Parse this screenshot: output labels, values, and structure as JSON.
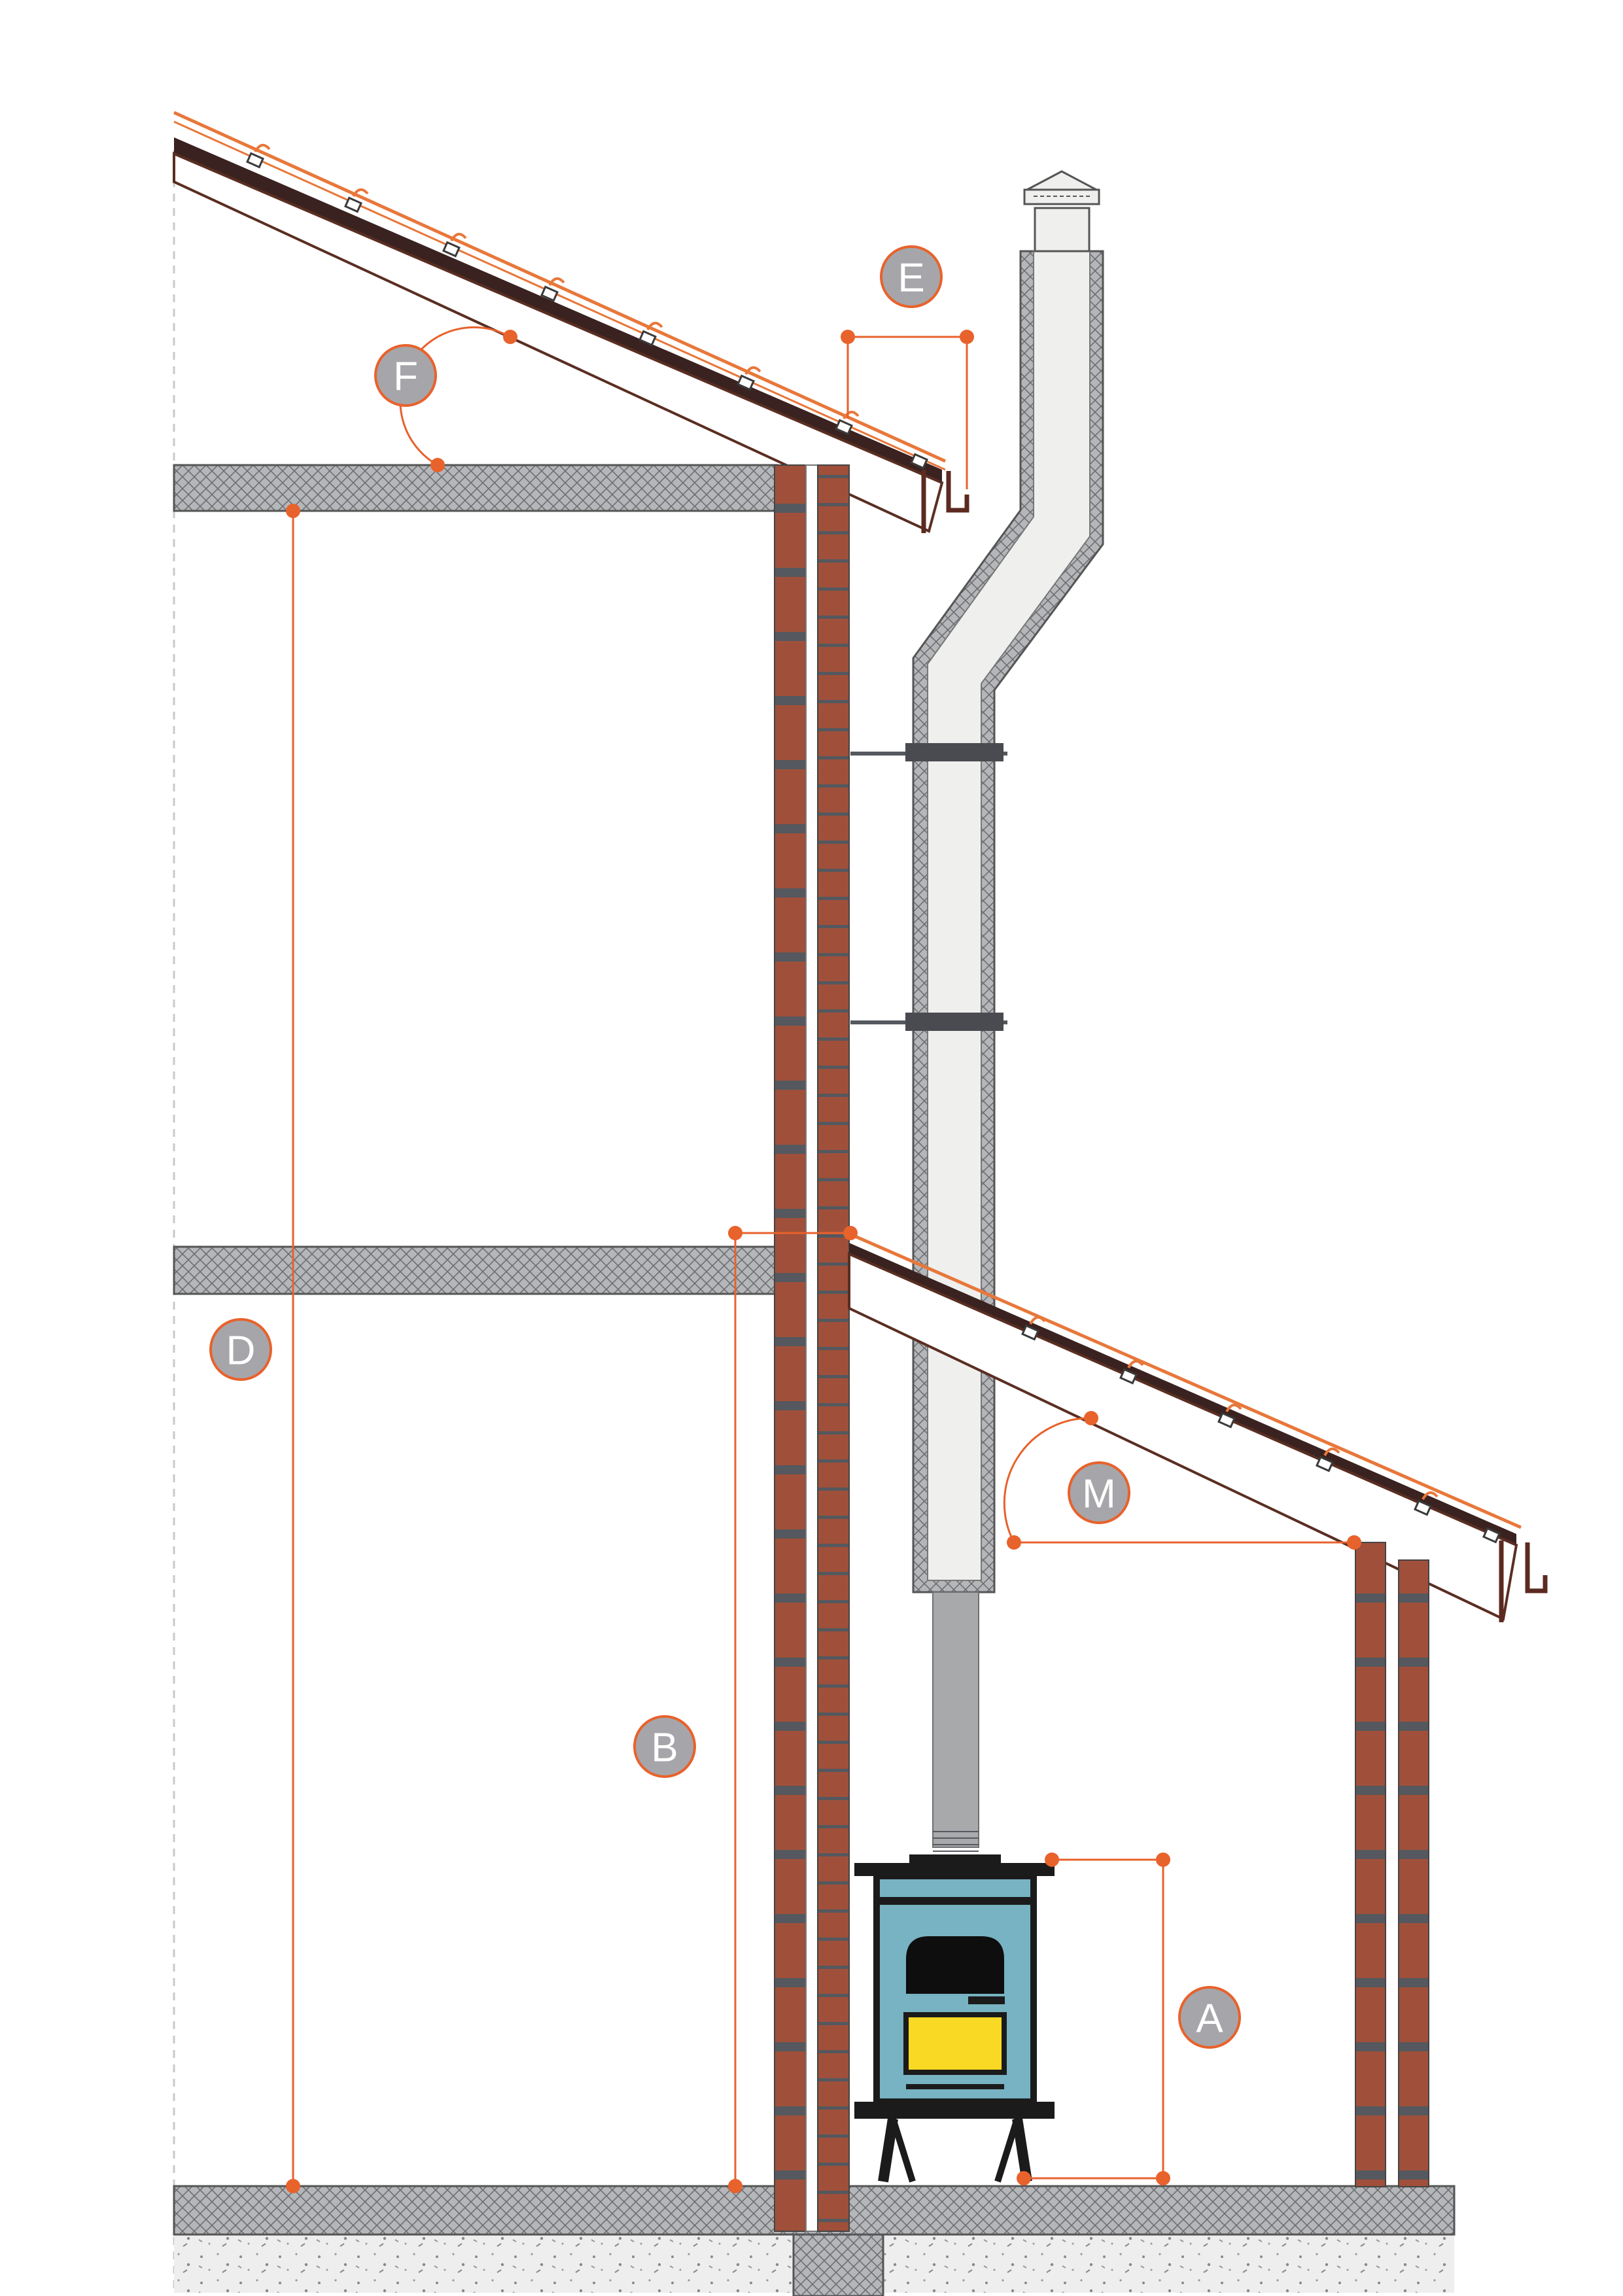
{
  "colors": {
    "brick": "#a0503a",
    "mortar": "#55585e",
    "slab_fill": "#aeb0b3",
    "insulation": "#bdbfc1",
    "flue_inner": "#efefee",
    "flue_pipe": "#a8a9ab",
    "roof_dark": "#3a2220",
    "roof_line": "#5a2e22",
    "tiles": "#e8773a",
    "gutter": "#5c2a20",
    "dimension": "#e8622c",
    "badge": "#a6a6aa",
    "stove_body": "#77b3c2",
    "stove_frame": "#1b1b1b",
    "stove_window": "#f9d923",
    "ground": "#e9e9e9"
  },
  "labels": {
    "a": "A",
    "b": "B",
    "d": "D",
    "e": "E",
    "f": "F",
    "m": "M"
  },
  "icons": {
    "stove": "wood-stove-icon",
    "chimney_cap": "chimney-cap-icon",
    "gutter": "rain-gutter-icon"
  }
}
